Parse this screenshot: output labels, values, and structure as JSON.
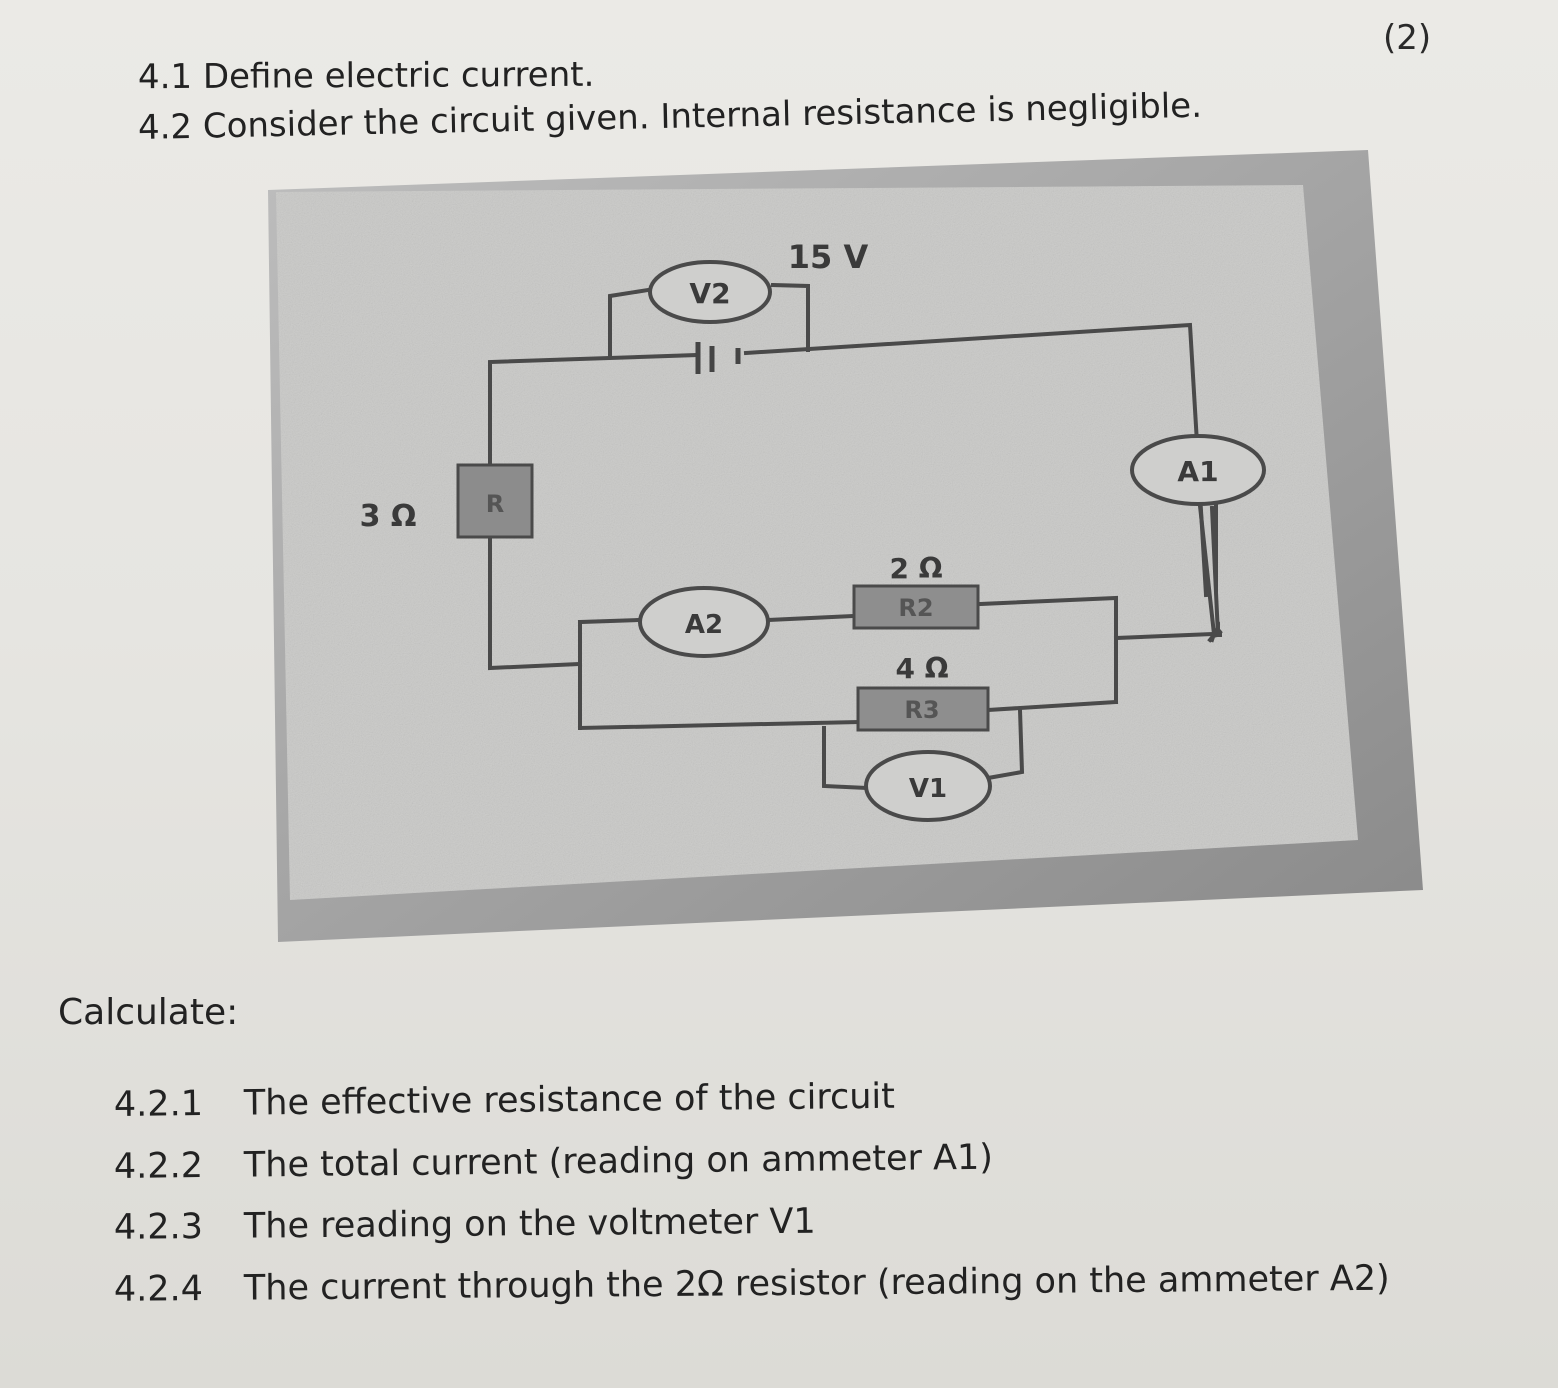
{
  "marks": "(2)",
  "questions": {
    "q41": "4.1 Define electric current.",
    "q42": "4.2 Consider the circuit given. Internal resistance is negligible."
  },
  "circuit": {
    "battery_label": "15 V",
    "voltmeter_v2": "V2",
    "ammeter_a1": "A1",
    "ammeter_a2": "A2",
    "voltmeter_v1": "V1",
    "r1_value": "3 Ω",
    "r1_name": "R",
    "r2_value": "2 Ω",
    "r2_name": "R2",
    "r3_value": "4 Ω",
    "r3_name": "R3"
  },
  "calculate_label": "Calculate:",
  "items": [
    {
      "num": "4.2.1",
      "text": "The effective resistance of the circuit"
    },
    {
      "num": "4.2.2",
      "text": "The total current (reading on ammeter A1)"
    },
    {
      "num": "4.2.3",
      "text": "The reading on the voltmeter V1"
    },
    {
      "num": "4.2.4",
      "text": "The current through the 2Ω resistor (reading on the ammeter A2)"
    }
  ]
}
